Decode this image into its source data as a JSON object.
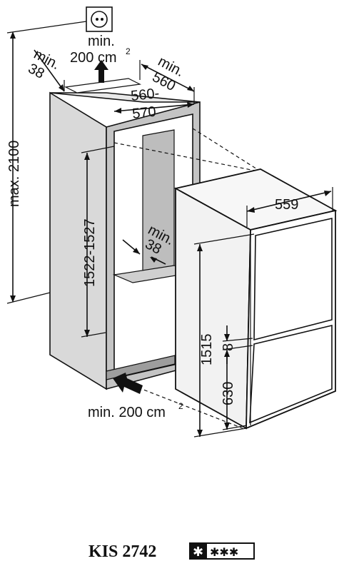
{
  "labels": {
    "vent_top_min": "min.",
    "vent_top_area": "200 cm",
    "vent_top_sup": "2",
    "side_min": "min.",
    "side_38": "38",
    "depth_min": "min.",
    "depth_560": "560",
    "width_560": "560-",
    "width_570": "570",
    "max_height": "max. 2100",
    "niche_height": "1522-1527",
    "inner_min": "min.",
    "inner_38": "38",
    "fridge_width": "559",
    "fridge_height": "1515",
    "door_gap": "8",
    "lower_height": "630",
    "vent_bottom_area": "min. 200 cm",
    "vent_bottom_sup": "2"
  },
  "footer": {
    "model": "KIS 2742",
    "rating_star": "✱",
    "rating_stars": "✱✱✱"
  }
}
